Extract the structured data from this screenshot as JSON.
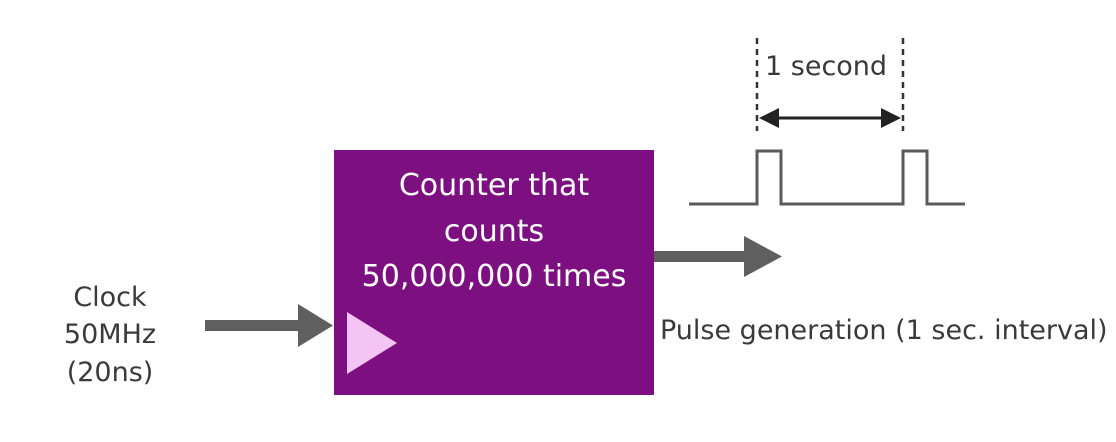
{
  "clock_input": {
    "lines": [
      "Clock",
      "50MHz",
      "(20ns)"
    ]
  },
  "counter_block": {
    "lines": [
      "Counter that",
      "counts",
      "50,000,000 times"
    ],
    "fill_color": "#7d1080",
    "clock_marker_color": "#f4c4f4"
  },
  "output": {
    "label": "Pulse generation (1 sec. interval)"
  },
  "waveform": {
    "interval_label": "1 second",
    "line_color": "#5a5a5a"
  },
  "colors": {
    "arrow": "#5f5f5f",
    "text": "#3a3a3a"
  }
}
